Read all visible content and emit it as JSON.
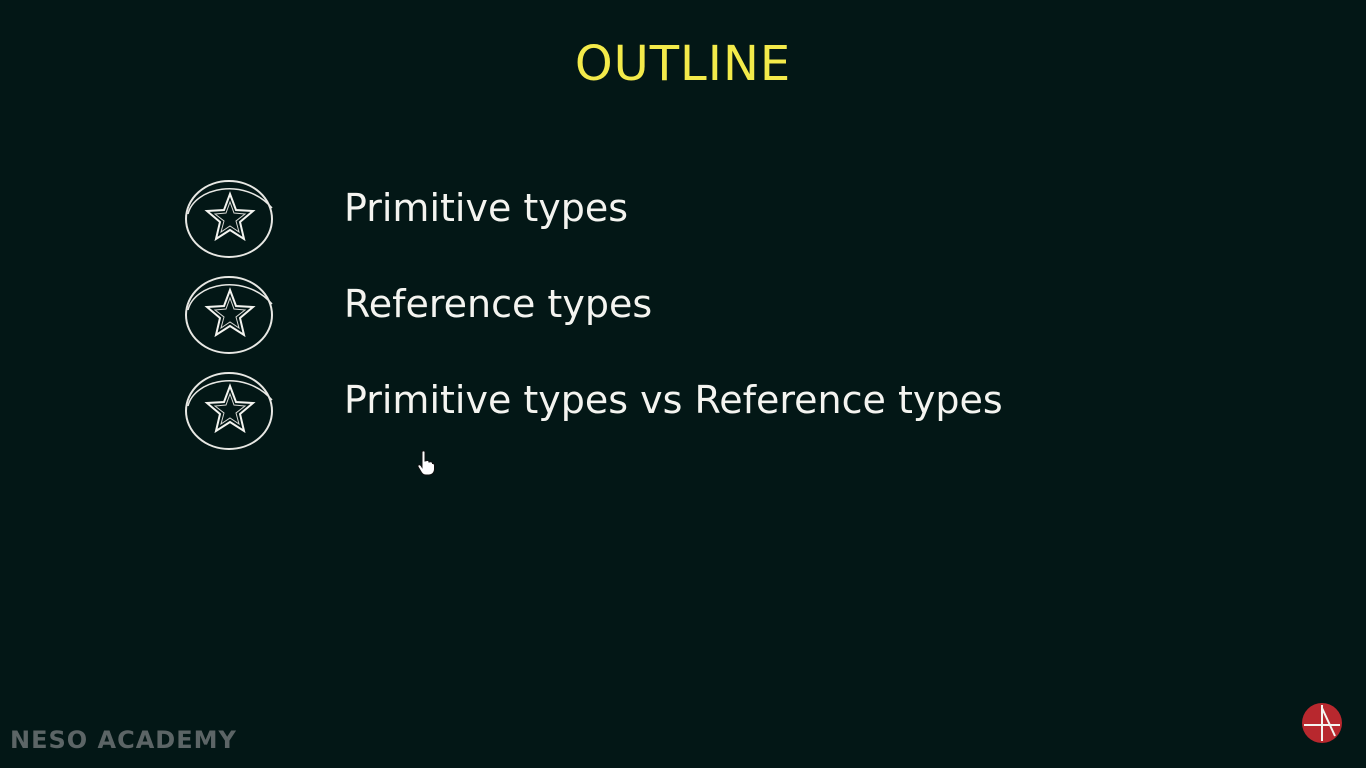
{
  "slide": {
    "title": "OUTLINE",
    "items": [
      {
        "label": "Primitive types",
        "icon": "star-icon"
      },
      {
        "label": "Reference types",
        "icon": "star-icon"
      },
      {
        "label": "Primitive types vs Reference types",
        "icon": "star-icon"
      }
    ],
    "watermark": "NESO ACADEMY",
    "logo_icon": "neso-logo-icon",
    "cursor_icon": "hand-pointer-icon"
  },
  "colors": {
    "background": "#031716",
    "title": "#f3ea4a",
    "text": "#f4f4f0",
    "watermark": "#5c6566",
    "logo": "#b8282e"
  }
}
